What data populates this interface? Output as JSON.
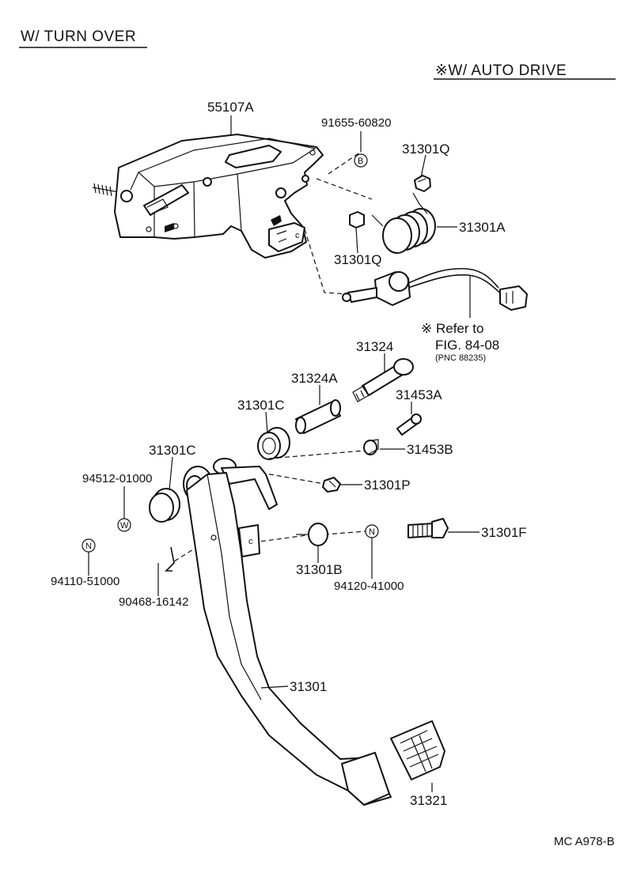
{
  "header": {
    "left_title": "W/ TURN OVER",
    "right_title": "※W/ AUTO DRIVE"
  },
  "note": {
    "refer_line1": "※ Refer to",
    "refer_line2": "FIG. 84-08",
    "refer_line3": "(PNC 88235)"
  },
  "parts": {
    "p55107A": "55107A",
    "p91655": "91655-60820",
    "p31301Q_top": "31301Q",
    "p31301A": "31301A",
    "p31301Q_bottom": "31301Q",
    "p31324": "31324",
    "p31324A": "31324A",
    "p31453A": "31453A",
    "p31301C_upper": "31301C",
    "p31453B": "31453B",
    "p31301C_lower": "31301C",
    "p94512": "94512-01000",
    "p31301P": "31301P",
    "p31301F": "31301F",
    "p94110": "94110-51000",
    "p31301B": "31301B",
    "p94120": "94120-41000",
    "p90468": "90468-16142",
    "p31301": "31301",
    "p31321": "31321"
  },
  "markers": {
    "B": "B",
    "W": "W",
    "N_left": "N",
    "N_right": "N"
  },
  "footer": {
    "figure_code": "MC A978-B"
  }
}
